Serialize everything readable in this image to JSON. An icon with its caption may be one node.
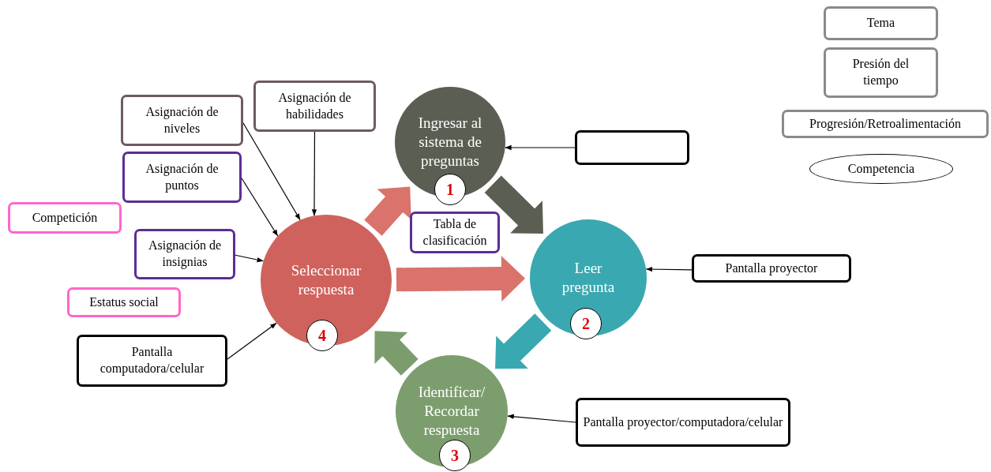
{
  "diagram": {
    "nodes": [
      {
        "text": [
          "Tema"
        ]
      },
      {
        "text": [
          "Presión del tiempo"
        ]
      },
      {
        "text": [
          "Progresión/Retroalimentación"
        ]
      },
      {
        "text": [
          "Competencia"
        ]
      },
      {
        "text": [
          "Asignación de habilidades"
        ]
      },
      {
        "text": [
          "Asignación de niveles"
        ]
      },
      {
        "text": [
          "Ingresar al sistema de preguntas"
        ]
      },
      {
        "text": [
          "1"
        ]
      },
      {
        "text": [],
        "shape": "box"
      },
      {
        "text": [
          "Asignación de puntos"
        ]
      },
      {
        "text": [
          "Competición"
        ]
      },
      {
        "text": [
          "Tabla de clasificación"
        ]
      },
      {
        "text": [
          "Asignación de insignias"
        ]
      },
      {
        "text": [
          "Seleccionar respuesta"
        ]
      },
      {
        "text": [
          "Leer pregunta"
        ]
      },
      {
        "text": [
          "Pantalla proyector"
        ]
      },
      {
        "text": [
          "Estatus social"
        ]
      },
      {
        "text": [
          "2"
        ]
      },
      {
        "text": [
          "4"
        ]
      },
      {
        "text": [
          "Pantalla computadora/celular"
        ]
      },
      {
        "text": [
          "Identificar/ Recordar respuesta"
        ]
      },
      {
        "text": [
          "Pantalla proyector/computadora/celular"
        ]
      },
      {
        "text": [
          "3"
        ]
      }
    ],
    "edges": [
      {
        "from": 5,
        "to": 13,
        "arrow": "to"
      },
      {
        "from": 4,
        "to": 13,
        "arrow": "to"
      },
      {
        "from": 9,
        "to": 13,
        "arrow": "to"
      },
      {
        "from": 12,
        "to": 13,
        "arrow": "to"
      },
      {
        "from": 19,
        "to": 13,
        "arrow": "to"
      },
      {
        "from": 8,
        "to": 6,
        "arrow": "to"
      },
      {
        "from": 15,
        "to": 14,
        "arrow": "to"
      },
      {
        "from": 21,
        "to": 20,
        "arrow": "to"
      },
      {
        "from": 13,
        "to": 6,
        "arrow": "to",
        "style": "thick",
        "color": "#d9736c"
      },
      {
        "from": 6,
        "to": 14,
        "arrow": "to",
        "style": "thick",
        "color": "#5b5e52"
      },
      {
        "from": 14,
        "to": 20,
        "arrow": "to",
        "style": "thick",
        "color": "#3aa8b0"
      },
      {
        "from": 20,
        "to": 13,
        "arrow": "to",
        "style": "thick",
        "color": "#7b9c6d"
      },
      {
        "from": 13,
        "to": 14,
        "arrow": "to",
        "style": "thick",
        "color": "#d9736c"
      }
    ]
  }
}
